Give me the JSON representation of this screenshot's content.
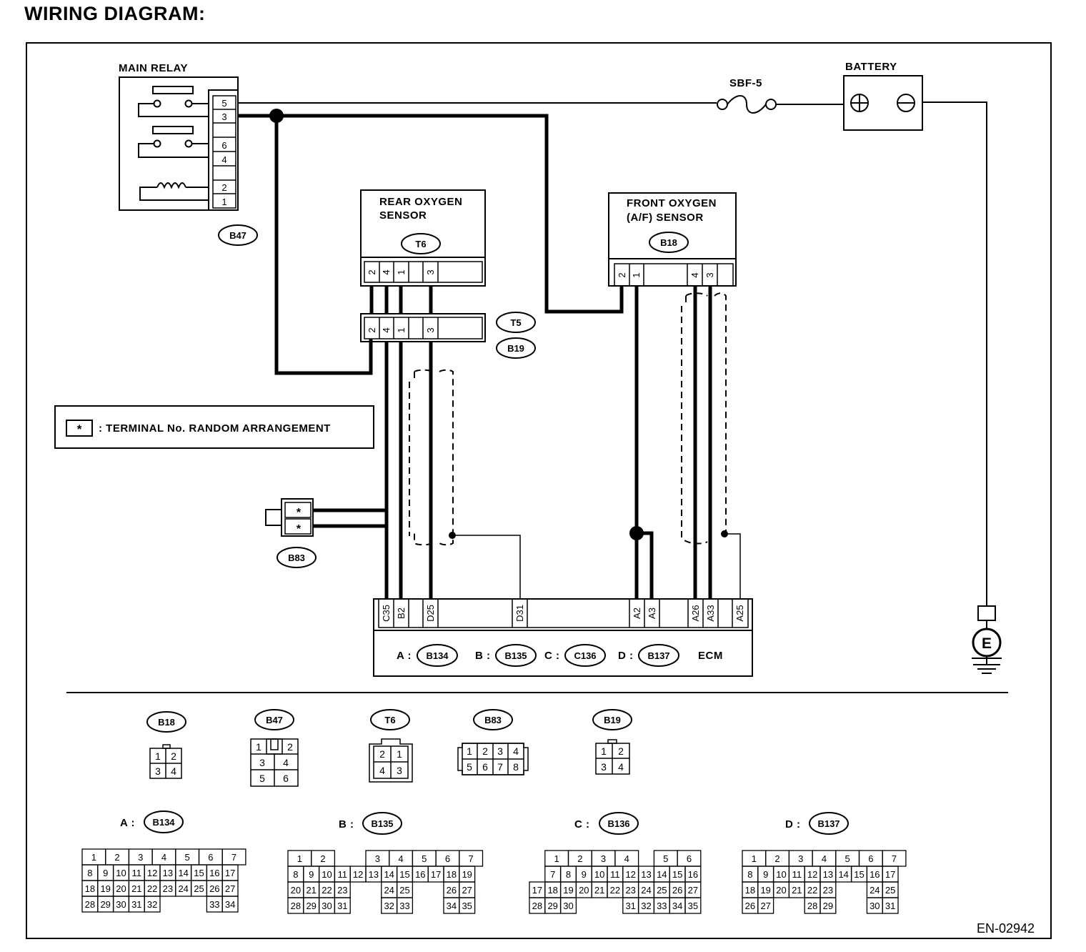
{
  "title": "WIRING DIAGRAM:",
  "footer_code": "EN-02942",
  "main_relay": {
    "label": "MAIN RELAY",
    "connector": "B47",
    "pins": [
      "5",
      "3",
      "6",
      "4",
      "2",
      "1"
    ]
  },
  "fuse": {
    "label": "SBF-5"
  },
  "battery": {
    "label": "BATTERY",
    "pos": "⊕",
    "neg": "⊖"
  },
  "ground": {
    "label": "E"
  },
  "rear_sensor": {
    "line1": "REAR OXYGEN",
    "line2": "SENSOR",
    "connector": "T6",
    "pins": [
      "2",
      "4",
      "1",
      "3"
    ]
  },
  "front_sensor": {
    "line1": "FRONT OXYGEN",
    "line2": "(A/F) SENSOR",
    "connector": "B18",
    "pins": [
      "2",
      "1",
      "4",
      "3"
    ]
  },
  "mid_connector": {
    "ids": [
      "T5",
      "B19"
    ],
    "pins": [
      "2",
      "4",
      "1",
      "3"
    ]
  },
  "note": {
    "symbol": "*",
    "text": ": TERMINAL No. RANDOM ARRANGEMENT"
  },
  "b83": {
    "connector": "B83",
    "pins": [
      "*",
      "*"
    ]
  },
  "ecm": {
    "label": "ECM",
    "pins": [
      "C35",
      "B2",
      "D25",
      "D31",
      "A2",
      "A3",
      "A26",
      "A33",
      "A25"
    ],
    "legend": [
      {
        "letter": "A :",
        "connector": "B134"
      },
      {
        "letter": "B :",
        "connector": "B135"
      },
      {
        "letter": "C :",
        "connector": "C136"
      },
      {
        "letter": "D :",
        "connector": "B137"
      }
    ]
  },
  "connector_faces": [
    {
      "id": "B18",
      "rows": [
        [
          "1",
          "2"
        ],
        [
          "3",
          "4"
        ]
      ]
    },
    {
      "id": "B47",
      "rows": [
        [
          "1",
          "",
          "2"
        ],
        [
          "3",
          "4"
        ],
        [
          "5",
          "6"
        ]
      ]
    },
    {
      "id": "T6",
      "rows": [
        [
          "2",
          "1"
        ],
        [
          "4",
          "3"
        ]
      ]
    },
    {
      "id": "B83",
      "rows": [
        [
          "1",
          "2",
          "3",
          "4"
        ],
        [
          "5",
          "6",
          "7",
          "8"
        ]
      ]
    },
    {
      "id": "B19",
      "rows": [
        [
          "1",
          "2"
        ],
        [
          "3",
          "4"
        ]
      ]
    }
  ],
  "ecm_connectors": [
    {
      "letter": "A :",
      "id": "B134",
      "rows": [
        [
          "1",
          "2",
          "3",
          "4",
          "5",
          "6",
          "7"
        ],
        [
          "8",
          "9",
          "10",
          "11",
          "12",
          "13",
          "14",
          "15",
          "16",
          "17"
        ],
        [
          "18",
          "19",
          "20",
          "21",
          "22",
          "23",
          "24",
          "25",
          "26",
          "27"
        ],
        [
          "28",
          "29",
          "30",
          "31",
          "32",
          "",
          "",
          "",
          "33",
          "34"
        ]
      ]
    },
    {
      "letter": "B :",
      "id": "B135",
      "rows": [
        [
          "1",
          "2",
          "",
          "3",
          "4",
          "5",
          "6",
          "7"
        ],
        [
          "8",
          "9",
          "10",
          "11",
          "12",
          "13",
          "14",
          "15",
          "16",
          "17",
          "18",
          "19"
        ],
        [
          "20",
          "21",
          "22",
          "23",
          "",
          "24",
          "25",
          "",
          "",
          "26",
          "27"
        ],
        [
          "28",
          "29",
          "30",
          "31",
          "",
          "32",
          "33",
          "",
          "",
          "34",
          "35"
        ]
      ]
    },
    {
      "letter": "C :",
      "id": "B136",
      "rows": [
        [
          "1",
          "2",
          "3",
          "4",
          "",
          "5",
          "6"
        ],
        [
          "7",
          "8",
          "9",
          "10",
          "11",
          "12",
          "13",
          "14",
          "15",
          "16"
        ],
        [
          "17",
          "18",
          "19",
          "20",
          "21",
          "22",
          "23",
          "24",
          "25",
          "26",
          "27"
        ],
        [
          "28",
          "29",
          "30",
          "",
          "",
          "",
          "31",
          "32",
          "33",
          "34",
          "35"
        ]
      ]
    },
    {
      "letter": "D :",
      "id": "B137",
      "rows": [
        [
          "1",
          "2",
          "3",
          "4",
          "5",
          "6",
          "7"
        ],
        [
          "8",
          "9",
          "10",
          "11",
          "12",
          "13",
          "14",
          "15",
          "16",
          "17"
        ],
        [
          "18",
          "19",
          "20",
          "21",
          "22",
          "23",
          "",
          "24",
          "25"
        ],
        [
          "26",
          "27",
          "",
          "",
          "28",
          "29",
          "",
          "30",
          "31"
        ]
      ]
    }
  ]
}
